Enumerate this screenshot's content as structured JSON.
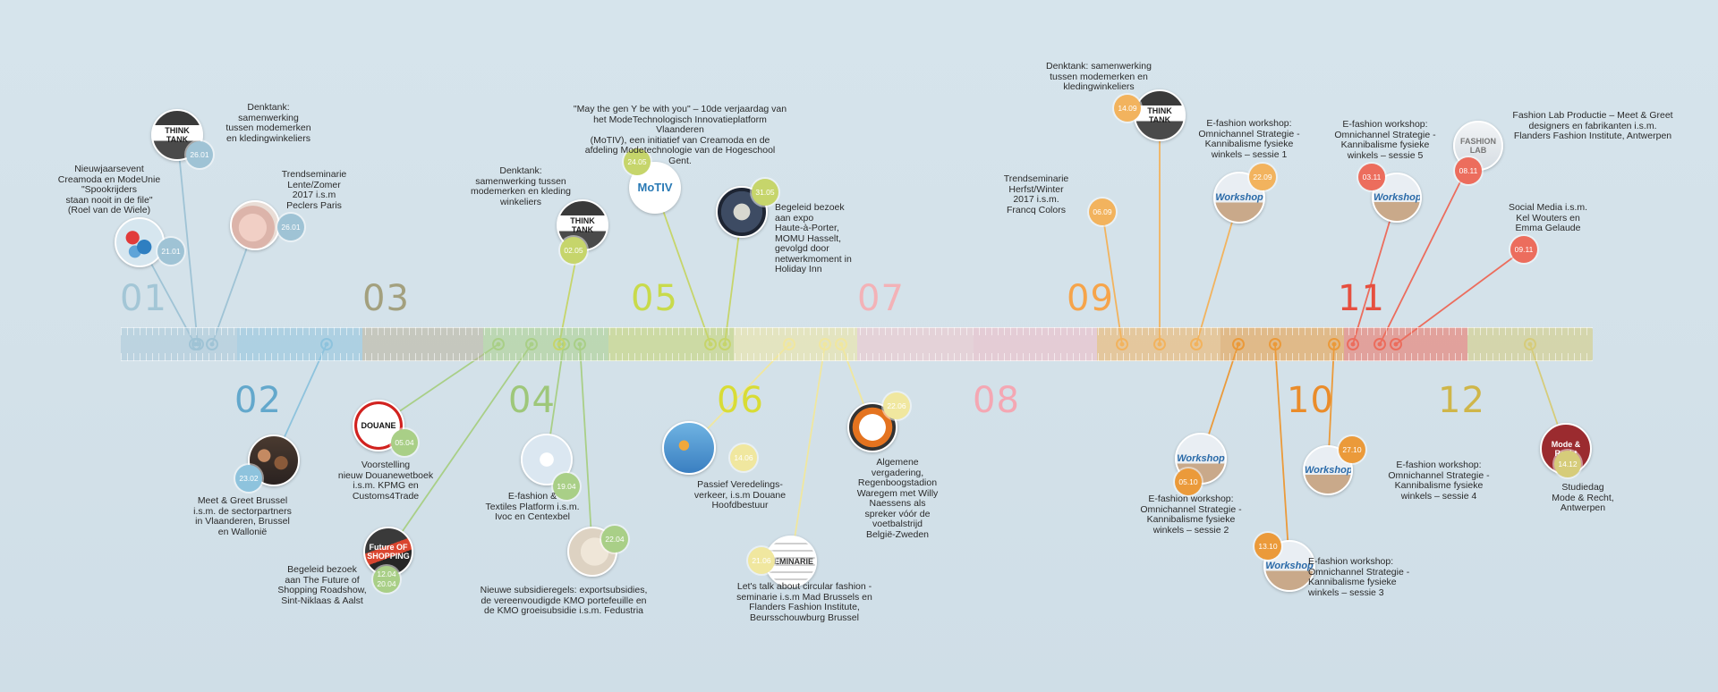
{
  "months": [
    "01",
    "02",
    "03",
    "04",
    "05",
    "06",
    "07",
    "08",
    "09",
    "10",
    "11",
    "12"
  ],
  "events": [
    {
      "id": "ev-nieuwjaarsevent",
      "date": "21.01",
      "caption": "Nieuwjaarsevent\nCreamoda en ModeUnie\n\"Spookrijders\nstaan nooit in de file\"\n(Roel van de Wiele)"
    },
    {
      "id": "ev-denktank-jan",
      "date": "26.01",
      "caption": "Denktank:\nsamenwerking\ntussen modemerken\nen kledingwinkeliers",
      "photo_text": "THINK TANK"
    },
    {
      "id": "ev-trendseminarie-lente",
      "date": "26.01",
      "caption": "Trendseminarie\nLente/Zomer\n2017 i.s.m\nPeclers Paris"
    },
    {
      "id": "ev-meet-greet-brussel",
      "date": "23.02",
      "caption": "Meet & Greet Brussel\ni.s.m. de sectorpartners\nin Vlaanderen, Brussel\nen Wallonië"
    },
    {
      "id": "ev-douane",
      "date": "05.04",
      "caption": "Voorstelling\nnieuw Douanewetboek\ni.s.m. KPMG en\nCustoms4Trade",
      "photo_text": "DOUANE"
    },
    {
      "id": "ev-future-shopping",
      "date": "12.04\n20.04",
      "caption": "Begeleid bezoek\naan The Future of\nShopping Roadshow,\nSint-Niklaas & Aalst",
      "photo_text": "Future OF SHOPPING"
    },
    {
      "id": "ev-efashion-platform",
      "date": "19.04",
      "caption": "E-fashion &\nTextiles Platform i.s.m.\nIvoc en Centexbel"
    },
    {
      "id": "ev-subsidie",
      "date": "22.04",
      "caption": "Nieuwe subsidieregels: exportsubsidies,\nde vereenvoudigde KMO portefeuille en\nde KMO groeisubsidie i.s.m. Fedustria"
    },
    {
      "id": "ev-denktank-mei",
      "date": "02.05",
      "caption": "Denktank:\nsamenwerking tussen\nmodemerken en kleding\nwinkeliers",
      "photo_text": "THINK TANK"
    },
    {
      "id": "ev-motiv",
      "date": "24.05",
      "caption": "\"May the gen Y be with you\" – 10de verjaardag van\nhet ModeTechnologisch Innovatieplatform Vlaanderen\n(MoTIV), een initiatief van Creamoda en de\nafdeling Modetechnologie van de Hogeschool Gent.",
      "photo_text": "MoTIV"
    },
    {
      "id": "ev-momu",
      "date": "31.05",
      "caption": "Begeleid bezoek\naan expo\nHaute-à-Porter,\nMOMU Hasselt,\ngevolgd door\nnetwerkmoment in\nHoliday Inn"
    },
    {
      "id": "ev-veredeling",
      "date": "14.06",
      "caption": "Passief Veredelings-\nverkeer, i.s.m Douane\nHoofdbestuur"
    },
    {
      "id": "ev-circular",
      "date": "21.06",
      "caption": "Let's talk about circular fashion -\nseminarie i.s.m Mad Brussels en\nFlanders Fashion Institute,\nBeursschouwburg Brussel",
      "photo_text": "SEMINARIE"
    },
    {
      "id": "ev-algemene-vergadering",
      "date": "22.06",
      "caption": "Algemene\nvergadering,\nRegenboogstadion\nWaregem met Willy\nNaessens als\nspreker vóór de\nvoetbalstrijd\nBelgië-Zweden"
    },
    {
      "id": "ev-trendseminarie-herfst",
      "date": "06.09",
      "caption": "Trendseminarie\nHerfst/Winter\n2017 i.s.m.\nFrancq Colors"
    },
    {
      "id": "ev-denktank-sep",
      "date": "14.09",
      "caption": "Denktank: samenwerking\ntussen modemerken en\nkledingwinkeliers",
      "photo_text": "THINK TANK"
    },
    {
      "id": "ev-workshop-1",
      "date": "22.09",
      "caption": "E-fashion workshop:\nOmnichannel Strategie -\nKannibalisme fysieke\nwinkels – sessie 1",
      "photo_text": "Workshop"
    },
    {
      "id": "ev-workshop-2",
      "date": "05.10",
      "caption": "E-fashion workshop:\nOmnichannel Strategie -\nKannibalisme fysieke\nwinkels – sessie 2",
      "photo_text": "Workshop"
    },
    {
      "id": "ev-workshop-3",
      "date": "13.10",
      "caption": "E-fashion workshop:\nOmnichannel Strategie -\nKannibalisme fysieke\nwinkels – sessie 3",
      "photo_text": "Workshop"
    },
    {
      "id": "ev-workshop-4",
      "date": "27.10",
      "caption": "E-fashion workshop:\nOmnichannel Strategie -\nKannibalisme fysieke\nwinkels – sessie 4",
      "photo_text": "Workshop"
    },
    {
      "id": "ev-workshop-5",
      "date": "03.11",
      "caption": "E-fashion workshop:\nOmnichannel Strategie -\nKannibalisme fysieke\nwinkels – sessie 5",
      "photo_text": "Workshop"
    },
    {
      "id": "ev-fashion-lab",
      "date": "08.11",
      "caption": "Fashion Lab Productie – Meet & Greet\ndesigners en fabrikanten i.s.m.\nFlanders Fashion Institute, Antwerpen",
      "photo_text": "FASHION LAB"
    },
    {
      "id": "ev-social-media",
      "date": "09.11",
      "caption": "Social Media i.s.m.\nKel Wouters en\nEmma Gelaude"
    },
    {
      "id": "ev-studiedag",
      "date": "14.12",
      "caption": "Studiedag\nMode & Recht,\nAntwerpen",
      "photo_text": "Mode & Recht"
    }
  ]
}
